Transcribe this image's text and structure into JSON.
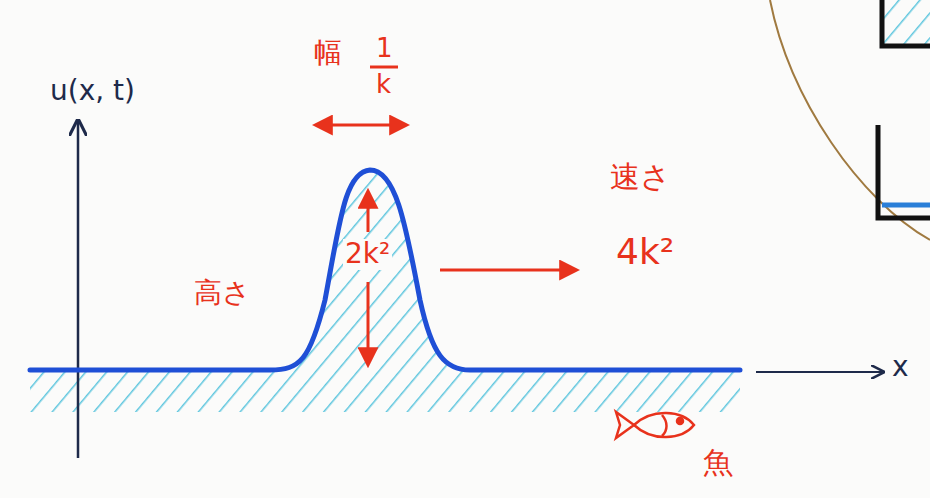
{
  "diagram": {
    "labels": [
      "u(x, t)",
      "幅",
      "1",
      "k",
      "高さ",
      "2k²",
      "速さ",
      "4k²",
      "x",
      "魚"
    ]
  }
}
